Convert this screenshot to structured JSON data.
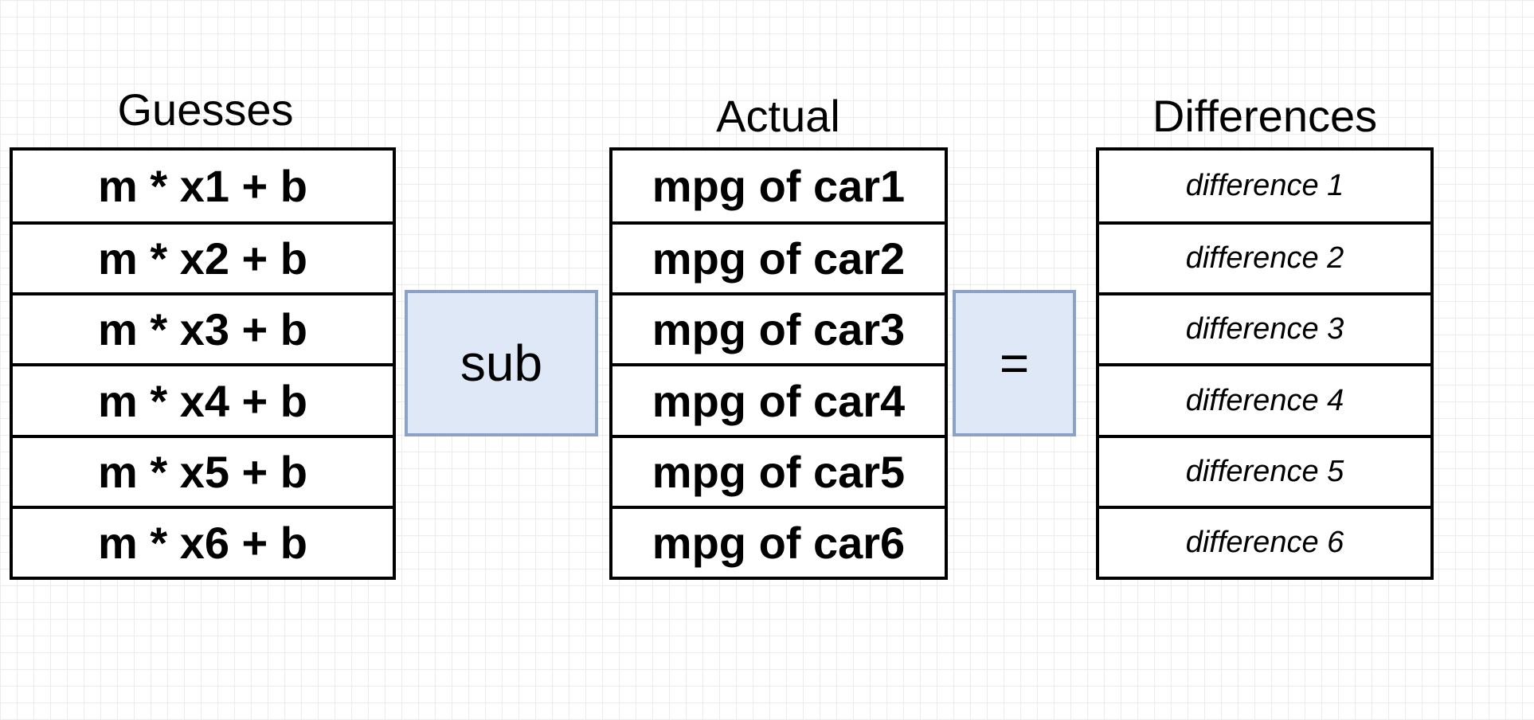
{
  "guesses": {
    "title": "Guesses",
    "rows": [
      "m * x1 + b",
      "m * x2 + b",
      "m * x3 + b",
      "m * x4 + b",
      "m * x5 + b",
      "m * x6 + b"
    ]
  },
  "operator_sub": {
    "label": "sub"
  },
  "actual": {
    "title": "Actual",
    "rows": [
      "mpg of car1",
      "mpg of car2",
      "mpg of car3",
      "mpg of car4",
      "mpg of car5",
      "mpg of car6"
    ]
  },
  "operator_equals": {
    "label": "="
  },
  "differences": {
    "title": "Differences",
    "rows": [
      "difference 1",
      "difference 2",
      "difference 3",
      "difference 4",
      "difference 5",
      "difference 6"
    ]
  },
  "colors": {
    "operator_fill": "#dfe8f7",
    "operator_border": "#8ba1c5",
    "grid_line": "#ececec"
  }
}
